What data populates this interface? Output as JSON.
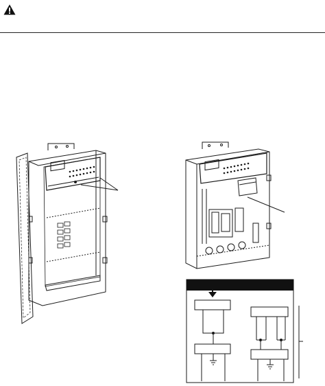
{
  "page": {
    "background": "#ffffff",
    "ink": "#1a1a1a"
  },
  "header": {
    "warning_icon": "warning-triangle-icon"
  },
  "figures": {
    "left_enclosure": {
      "icon": "enclosure-door-open-illustration"
    },
    "right_enclosure": {
      "icon": "enclosure-interior-illustration"
    },
    "wiring_diagram": {
      "icon": "wiring-diagram-illustration"
    }
  }
}
